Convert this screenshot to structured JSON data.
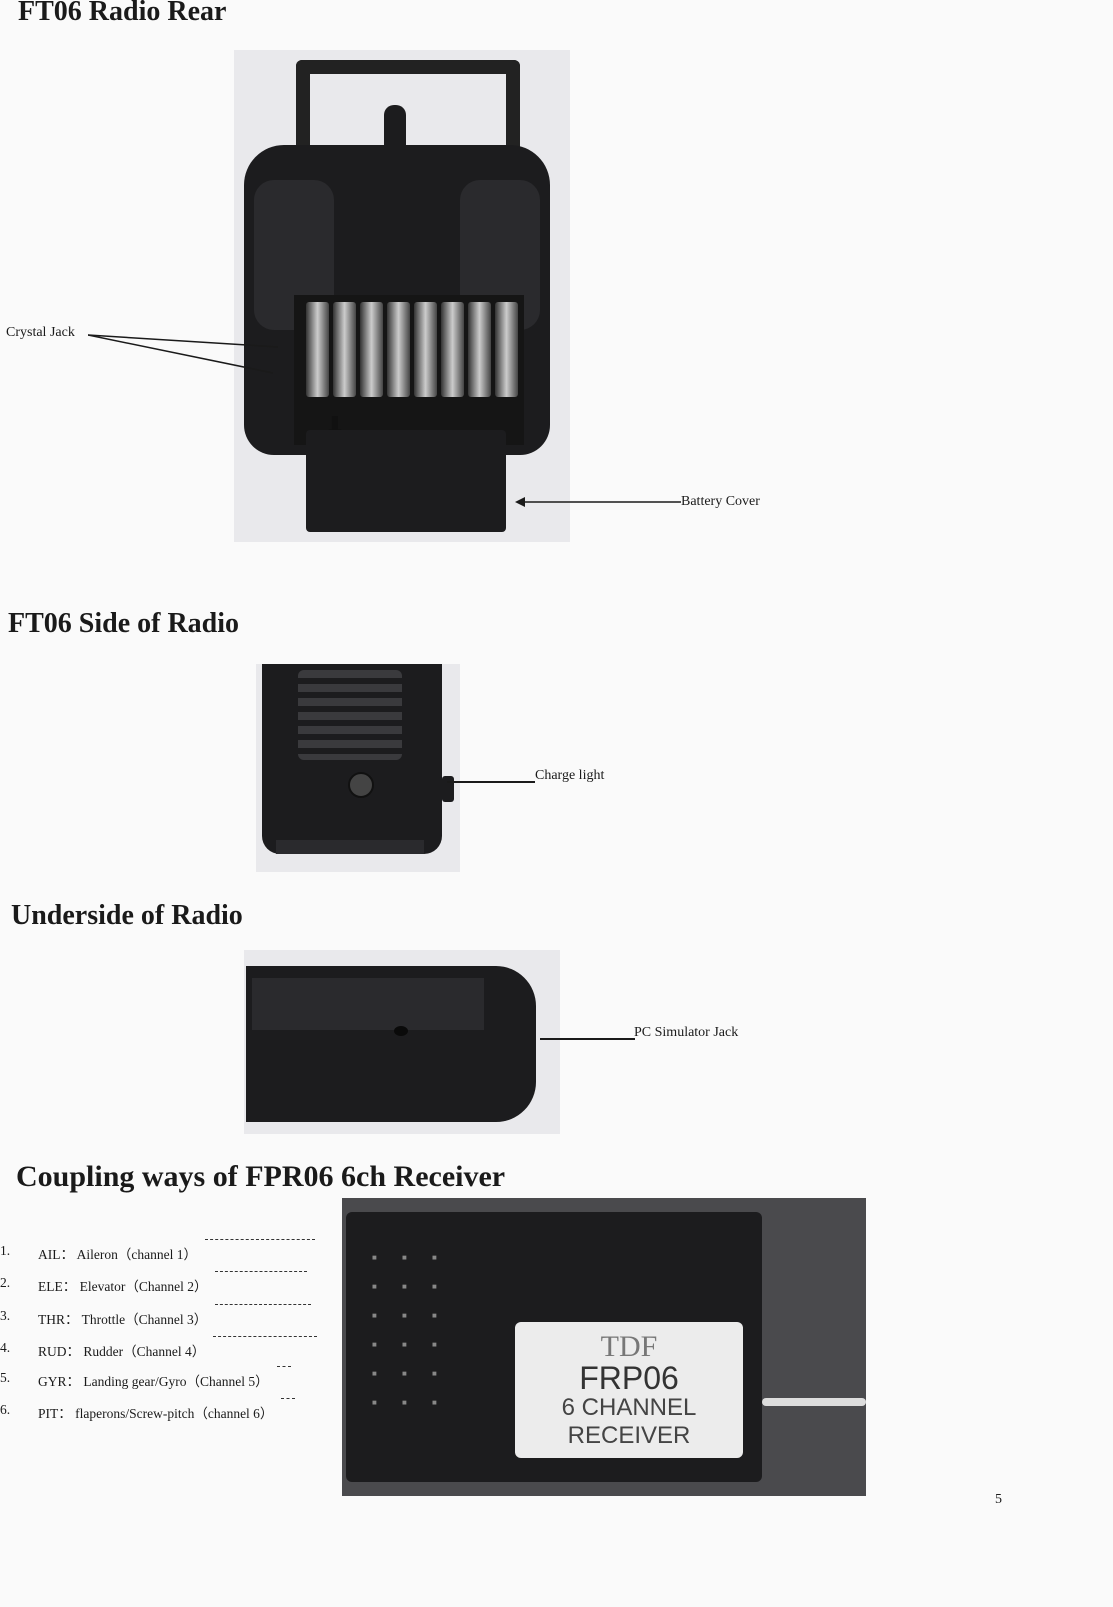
{
  "sections": {
    "rear": {
      "title": "FT06 Radio Rear",
      "labels": {
        "crystal_jack": "Crystal Jack",
        "battery_cover": "Battery Cover"
      }
    },
    "side": {
      "title": "FT06 Side of Radio",
      "labels": {
        "charge_light": "Charge light"
      }
    },
    "underside": {
      "title": "Underside of Radio",
      "labels": {
        "pc_simulator_jack": "PC Simulator Jack"
      }
    },
    "coupling": {
      "title": "Coupling ways of FPR06 6ch Receiver",
      "channels": [
        {
          "num": "1.",
          "text": "AIL： Aileron（channel 1）"
        },
        {
          "num": "2.",
          "text": "ELE： Elevator（Channel 2）"
        },
        {
          "num": "3.",
          "text": "THR： Throttle（Channel 3）"
        },
        {
          "num": "4.",
          "text": "RUD： Rudder（Channel 4）"
        },
        {
          "num": "5.",
          "text": "GYR： Landing gear/Gyro（Channel 5）"
        },
        {
          "num": "6.",
          "text": "PIT： flaperons/Screw-pitch（channel 6）"
        }
      ],
      "receiver_label": {
        "brand": "TDF",
        "model": "FRP06",
        "line1": "6 CHANNEL",
        "line2": "RECEIVER"
      }
    }
  },
  "page_number": "5"
}
